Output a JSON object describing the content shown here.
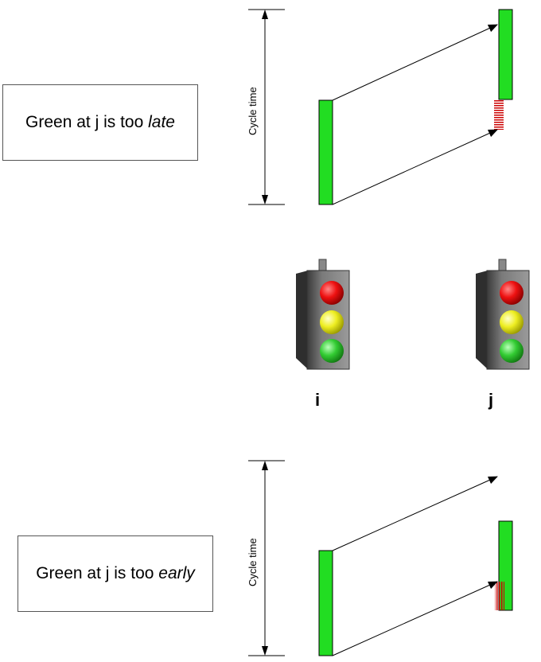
{
  "late_panel": {
    "caption_prefix": "Green at j is too ",
    "caption_emphasis": "late",
    "cycle_label": "Cycle time"
  },
  "early_panel": {
    "caption_prefix": "Green at j is too ",
    "caption_emphasis": "early",
    "cycle_label": "Cycle time"
  },
  "signals": {
    "i_label": "i",
    "j_label": "j"
  },
  "colors": {
    "green_phase": "#22dd22",
    "mismatch_hatch": "#cc0000",
    "arrow": "#000000",
    "signal_body": "#666666",
    "lamp_red": "#dd1111",
    "lamp_yellow": "#eeee22",
    "lamp_green": "#33cc33"
  }
}
